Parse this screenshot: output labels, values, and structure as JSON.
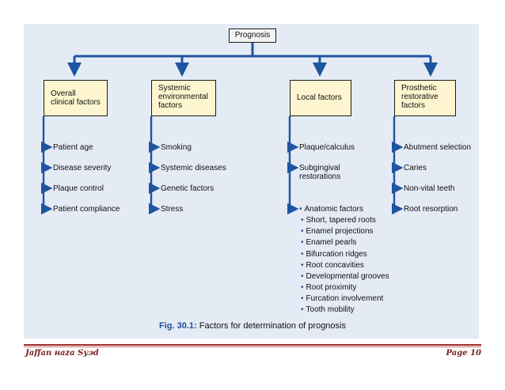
{
  "diagram": {
    "root": "Prognosis",
    "categories": [
      {
        "id": "overall",
        "label": "Overall clinical factors",
        "items": [
          "Patient age",
          "Disease severity",
          "Plaque control",
          "Patient compliance"
        ]
      },
      {
        "id": "systemic",
        "label": "Systemic environmental factors",
        "items": [
          "Smoking",
          "Systemic diseases",
          "Genetic factors",
          "Stress"
        ]
      },
      {
        "id": "local",
        "label": "Local factors",
        "items": [
          "Plaque/calculus",
          "Subgingival restorations"
        ],
        "anatomic": [
          "Anatomic factors",
          "Short, tapered roots",
          "Enamel projections",
          "Enamel pearls",
          "Bifurcation ridges",
          "Root concavities",
          "Developmental grooves",
          "Root proximity",
          "Furcation involvement",
          "Tooth mobility"
        ]
      },
      {
        "id": "prosthetic",
        "label": "Prosthetic restorative factors",
        "items": [
          "Abutment selection",
          "Caries",
          "Non-vital teeth",
          "Root resorption"
        ]
      }
    ],
    "caption_fig": "Fig. 30.1:",
    "caption_text": "Factors for determination of prognosis",
    "line_color": "#1f55a0"
  },
  "footer": {
    "left": "Jaffan наzа Sуэd",
    "right": "Page 10"
  }
}
